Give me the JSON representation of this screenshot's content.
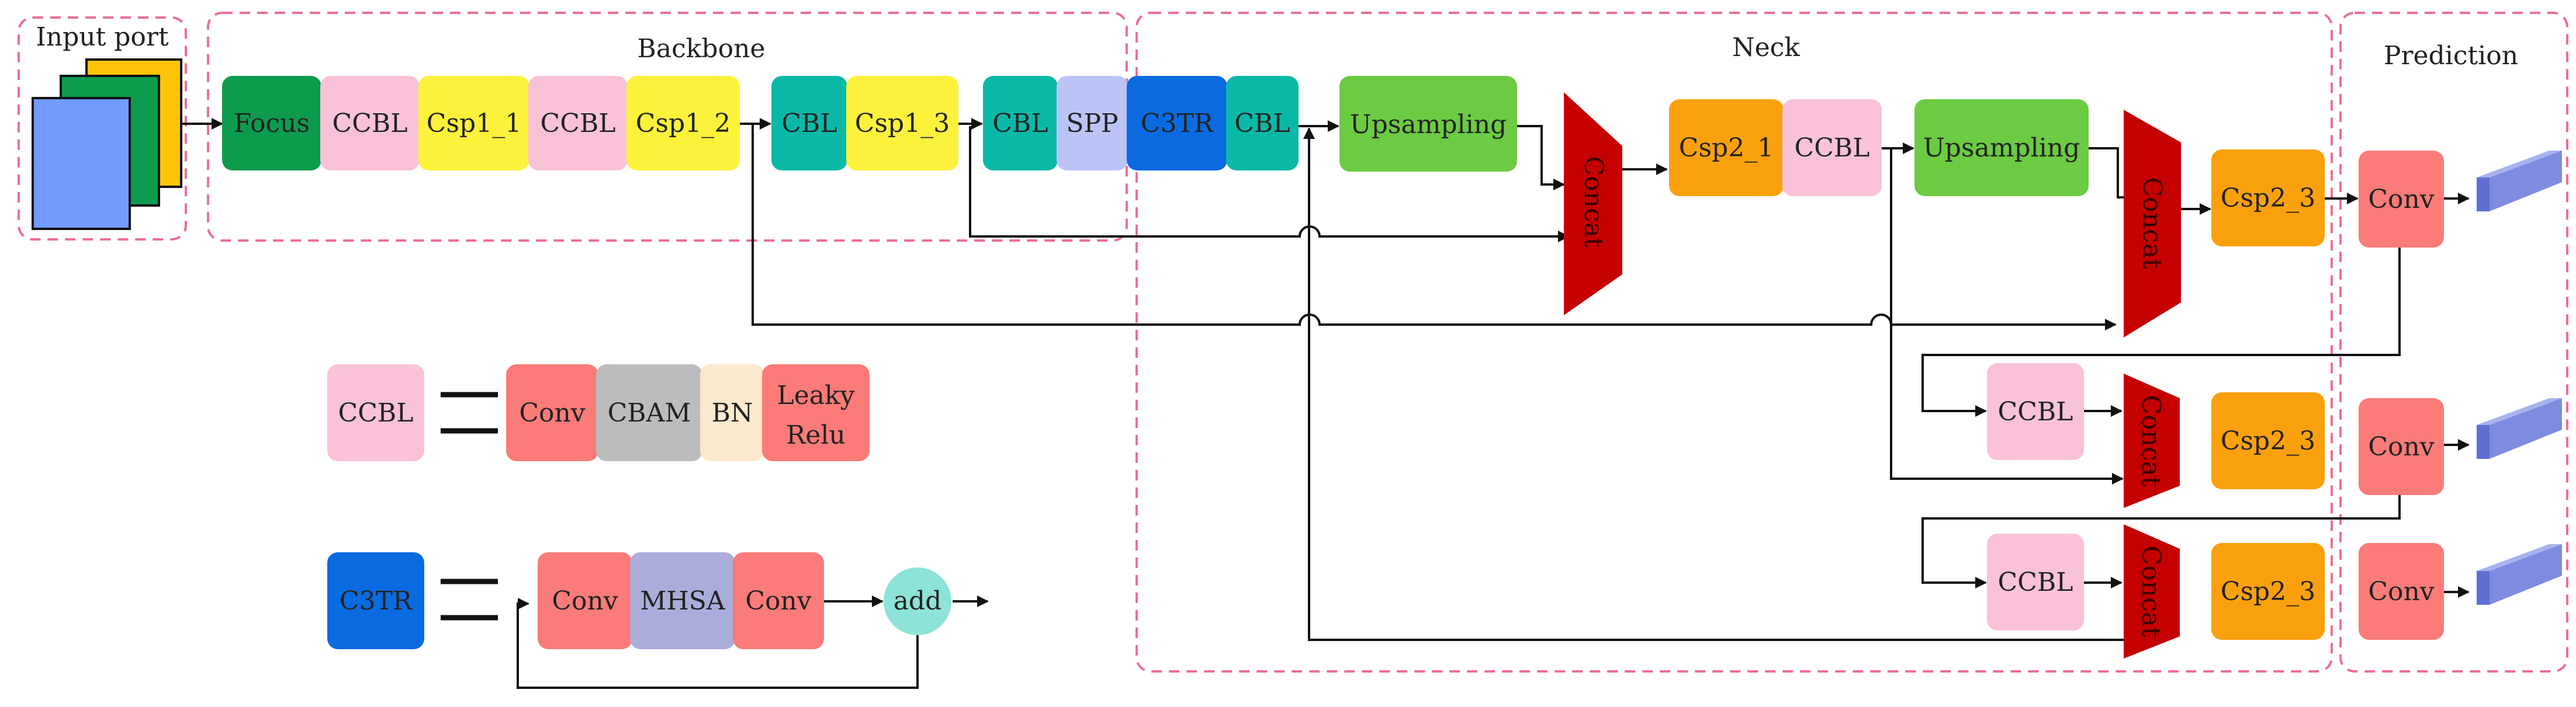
{
  "regions": {
    "input": "Input port",
    "backbone": "Backbone",
    "neck": "Neck",
    "prediction": "Prediction"
  },
  "backbone": {
    "focus": "Focus",
    "ccbl_1": "CCBL",
    "csp1_1": "Csp1_1",
    "ccbl_2": "CCBL",
    "csp1_2": "Csp1_2",
    "cbl_1": "CBL",
    "csp1_3": "Csp1_3",
    "cbl_2": "CBL",
    "spp": "SPP",
    "c3tr": "C3TR",
    "cbl_3": "CBL"
  },
  "neck": {
    "upsampling_1": "Upsampling",
    "concat_1": "Concat",
    "csp2_1": "Csp2_1",
    "ccbl_1": "CCBL",
    "upsampling_2": "Upsampling",
    "concat_2": "Concat",
    "csp2_3_a": "Csp2_3",
    "ccbl_2": "CCBL",
    "concat_3": "Concat",
    "csp2_3_b": "Csp2_3",
    "ccbl_3": "CCBL",
    "concat_4": "Concat",
    "csp2_3_c": "Csp2_3"
  },
  "prediction": {
    "conv_1": "Conv",
    "conv_2": "Conv",
    "conv_3": "Conv"
  },
  "legend_ccbl": {
    "name": "CCBL",
    "conv": "Conv",
    "cbam": "CBAM",
    "bn": "BN",
    "leaky_line1": "Leaky",
    "leaky_line2": "Relu"
  },
  "legend_c3tr": {
    "name": "C3TR",
    "conv_a": "Conv",
    "mhsa": "MHSA",
    "conv_b": "Conv",
    "add": "add"
  },
  "colors": {
    "region_border": "#ec6e9c",
    "focus": "#0d9b4e",
    "ccbl": "#f9c2d9",
    "csp1": "#fdf23b",
    "cbl": "#0ab8a8",
    "spp": "#bcc4f7",
    "c3tr": "#0a6ae0",
    "upsampling": "#6ccb42",
    "concat": "#c40000",
    "csp2": "#fba00d",
    "conv": "#fa7b78",
    "cbam": "#bcbcbc",
    "bn": "#fde9cd",
    "mhsa": "#aaacda",
    "add": "#8de3d8",
    "output_block": "#7d8ce0"
  }
}
